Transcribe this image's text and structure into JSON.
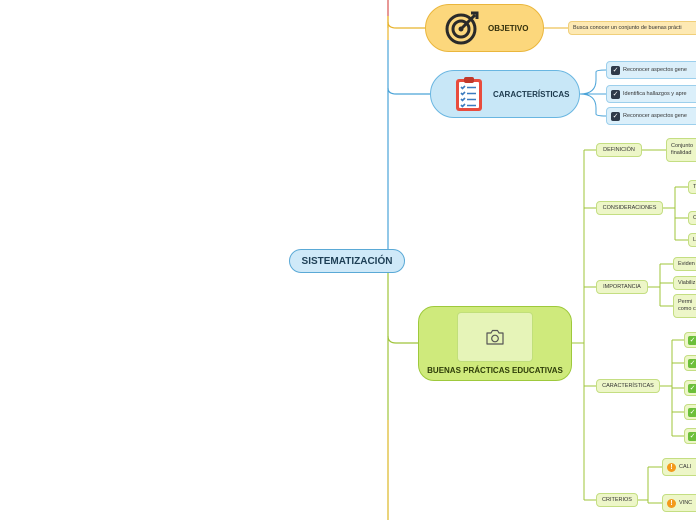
{
  "root": {
    "label": "SISTEMATIZACIÓN"
  },
  "topics": {
    "objetivo": {
      "label": "OBJETIVO",
      "icon": "target-icon",
      "items": [
        "Busca conocer un conjunto de buenas prácti"
      ]
    },
    "caracteristicas": {
      "label": "CARACTERÍSTICAS",
      "icon": "checklist-clipboard-icon",
      "items": [
        "Reconocer aspectos gene",
        "Identifica hallazgos y apre",
        "Reconocer aspectos gene"
      ]
    },
    "buenas_practicas": {
      "label": "BUENAS PRÁCTICAS EDUCATIVAS",
      "icon": "camera-icon",
      "subtopics": {
        "definicion": {
          "label": "DEFINICIÓN",
          "leaves": [
            "Conjunto",
            "finalidad"
          ]
        },
        "consideraciones": {
          "label": "CONSIDERACIONES",
          "leaves": [
            "T",
            "C",
            "L"
          ]
        },
        "importancia": {
          "label": "IMPORTANCIA",
          "leaves": [
            "Eviden",
            "Viabiliz",
            "Permi",
            "como c"
          ]
        },
        "caracteristicas": {
          "label": "CARACTERÍSTICAS"
        },
        "criterios": {
          "label": "CRITERIOS",
          "leaves": [
            "CALI",
            "VINC"
          ]
        }
      }
    }
  },
  "colors": {
    "left_line": "#d9534f",
    "yellow_branch": "#e8b32c",
    "blue_branch": "#4aa3d8",
    "green_branch": "#9fc43a"
  }
}
